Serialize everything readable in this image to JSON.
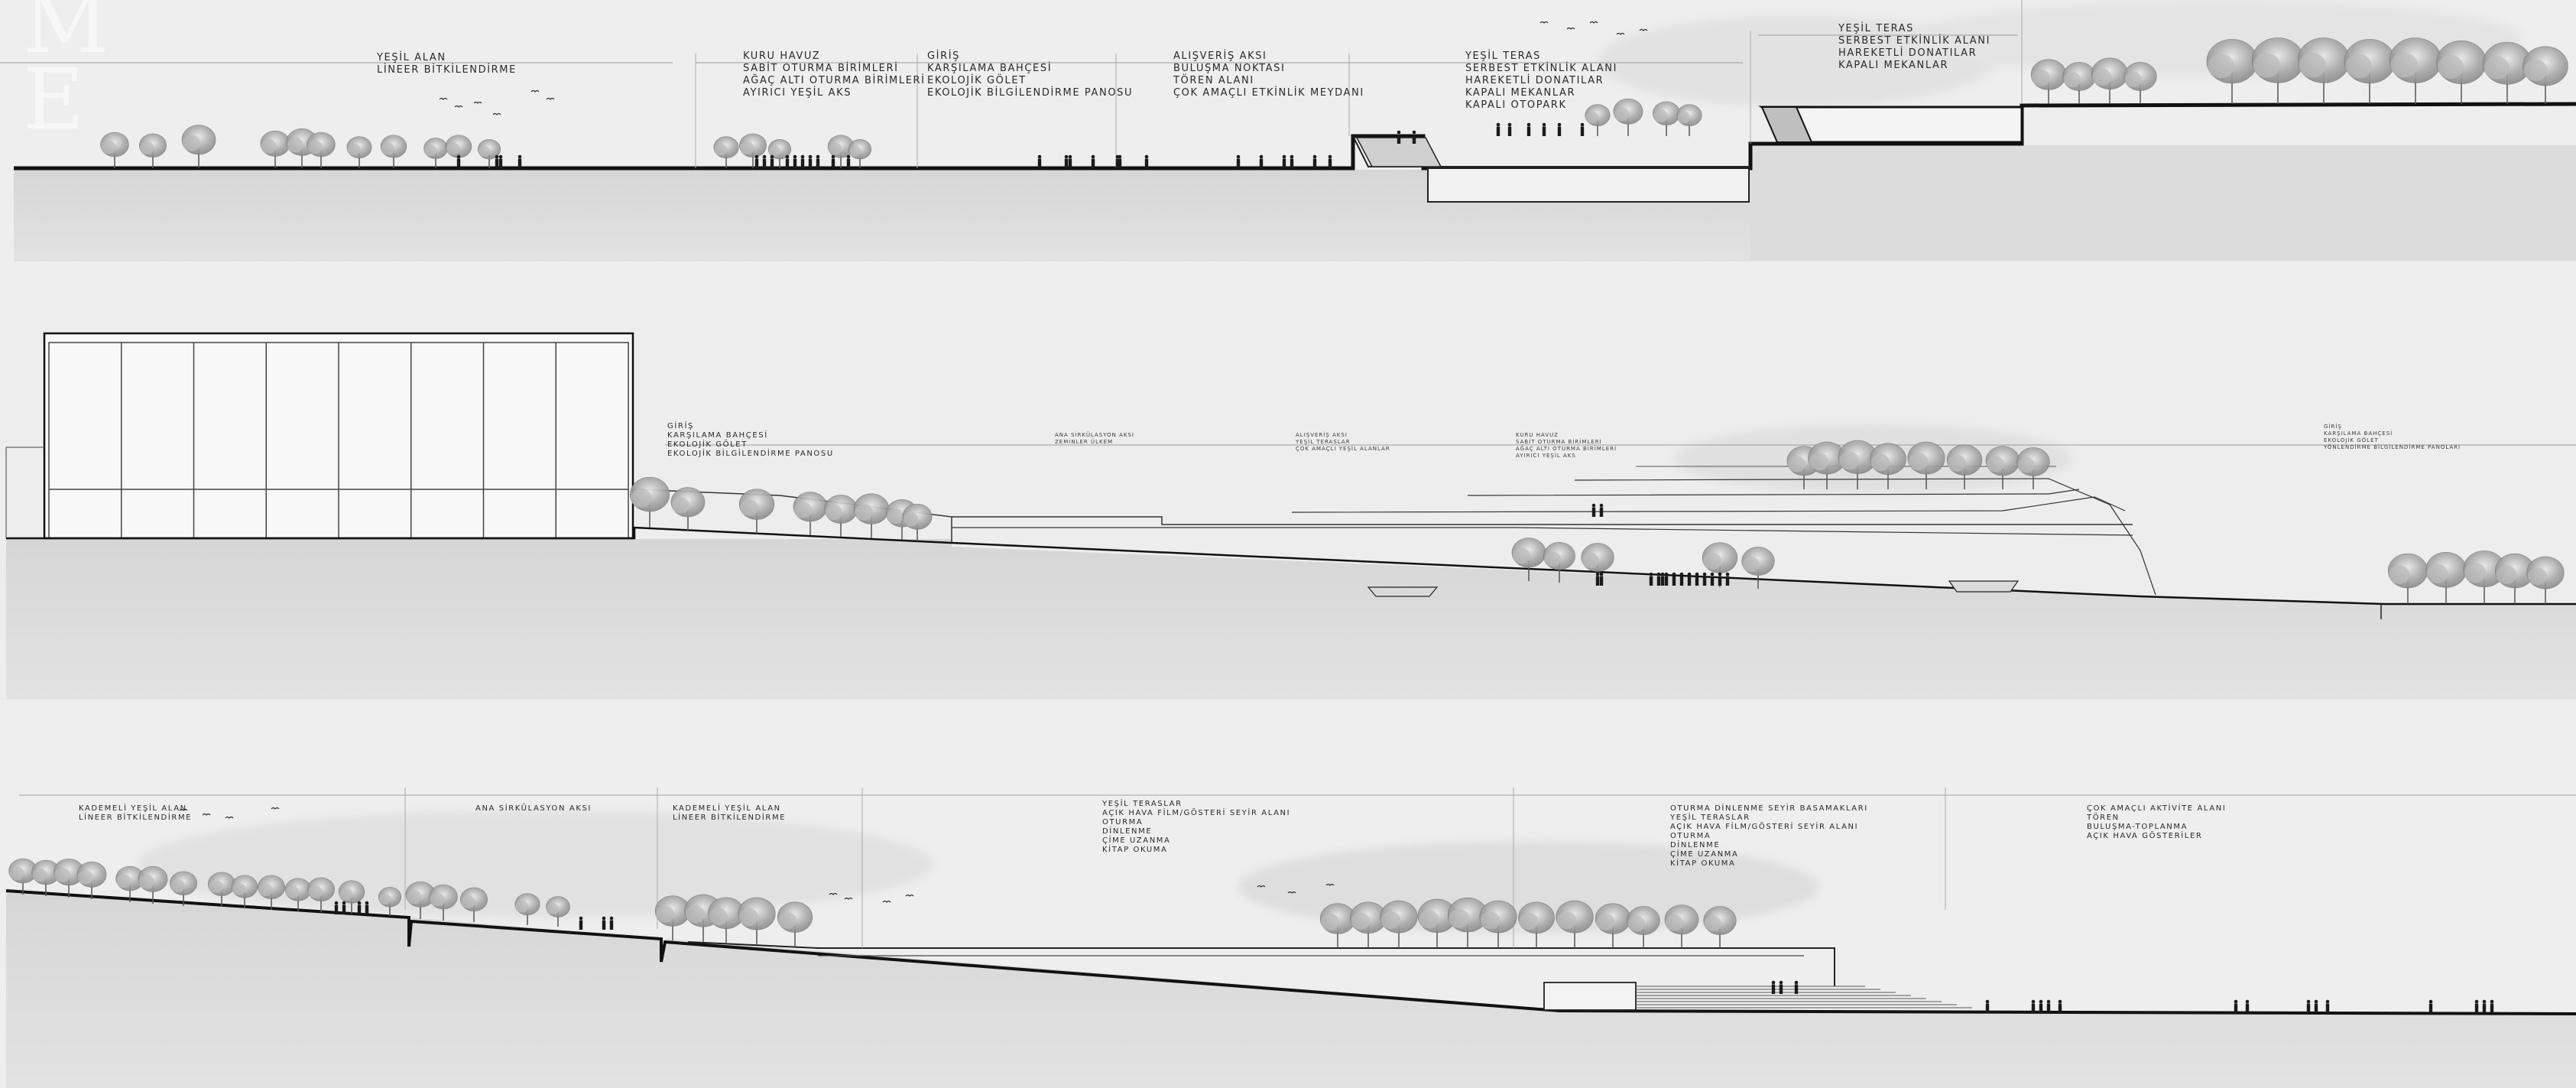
{
  "sheet": {
    "ghost_title": "M\nE",
    "sections": [
      {
        "id": "section-1",
        "labels": [
          {
            "id": "s1-yesil-alan",
            "lines": "YEŞİL ALAN\nLİNEER BİTKİLENDİRME"
          },
          {
            "id": "s1-kuru-havuz",
            "lines": "KURU HAVUZ\nSABİT OTURMA BİRİMLERİ\nAĞAÇ ALTI OTURMA BİRİMLERİ\nAYIRICI YEŞİL AKS"
          },
          {
            "id": "s1-giris",
            "lines": "GİRİŞ\nKARŞILAMA BAHÇESİ\nEKOLOJİK GÖLET\nEKOLOJİK BİLGİLENDİRME PANOSU"
          },
          {
            "id": "s1-alisveris",
            "lines": "ALIŞVERİŞ AKSI\nBULUŞMA NOKTASI\nTÖREN ALANI\nÇOK AMAÇLI ETKİNLİK MEYDANI"
          },
          {
            "id": "s1-yesil-teras",
            "lines": "YEŞİL TERAS\nSERBEST ETKİNLİK ALANI\nHAREKETLİ DONATILAR\nKAPALI MEKANLAR\nKAPALI OTOPARK"
          },
          {
            "id": "s1-yesil-teras-2",
            "lines": "YEŞİL TERAS\nSERBEST ETKİNLİK ALANI\nHAREKETLİ DONATILAR\nKAPALI MEKANLAR"
          }
        ]
      },
      {
        "id": "section-2",
        "labels": [
          {
            "id": "s2-giris",
            "lines": "GİRİŞ\nKARŞILAMA BAHÇESİ\nEKOLOJİK GÖLET\nEKOLOJİK BİLGİLENDİRME PANOSU"
          },
          {
            "id": "s2-ana-sirk",
            "lines": "ANA SİRKÜLASYON AKSI\nZEMİNLER ÜLKEM"
          },
          {
            "id": "s2-alisveris",
            "lines": "ALIŞVERİŞ AKSI\nYEŞİL TERASLAR\nÇOK AMAÇLI YEŞİL ALANLAR"
          },
          {
            "id": "s2-kuru-havuz",
            "lines": "KURU HAVUZ\nSABİT OTURMA BİRİMLERİ\nAĞAÇ ALTI OTURMA BİRİMLERİ\nAYIRICI YEŞİL AKS"
          },
          {
            "id": "s2-giris-2",
            "lines": "GİRİŞ\nKARŞILAMA BAHÇESİ\nEKOLOJİK GÖLET\nYÖNLENDİRME BİLGİLENDİRME PANOLARI"
          }
        ]
      },
      {
        "id": "section-3",
        "labels": [
          {
            "id": "s3-kademeli",
            "lines": "KADEMELİ YEŞİL ALAN\nLİNEER BİTKİLENDİRME"
          },
          {
            "id": "s3-ana-sirk",
            "lines": "ANA SİRKÜLASYON AKSI"
          },
          {
            "id": "s3-kademeli-2",
            "lines": "KADEMELİ YEŞİL ALAN\nLİNEER BİTKİLENDİRME"
          },
          {
            "id": "s3-yesil-teraslar",
            "lines": "YEŞİL TERASLAR\nAÇIK HAVA FİLM/GÖSTERİ SEYİR ALANI\nOTURMA\nDİNLENME\nÇİME UZANMA\nKİTAP OKUMA"
          },
          {
            "id": "s3-oturma",
            "lines": "OTURMA DİNLENME SEYİR BASAMAKLARI\nYEŞİL TERASLAR\nAÇIK HAVA FİLM/GÖSTERİ SEYİR ALANI\nOTURMA\nDİNLENME\nÇİME UZANMA\nKİTAP OKUMA"
          },
          {
            "id": "s3-cok-amacli",
            "lines": "ÇOK AMAÇLI AKTİVİTE ALANI\nTÖREN\nBULUŞMA-TOPLANMA\nAÇIK HAVA GÖSTERİLER"
          }
        ]
      }
    ]
  }
}
